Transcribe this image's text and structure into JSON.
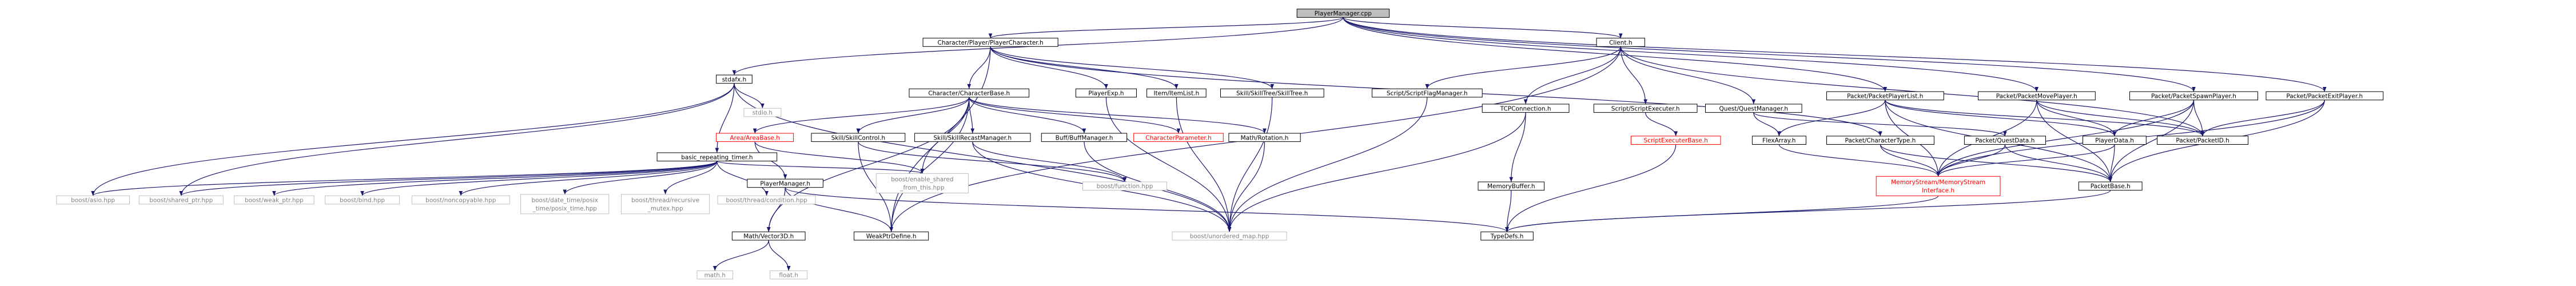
{
  "colors": {
    "edge": "#191970",
    "node_fill": "#ffffff",
    "node_fill_root": "#bfbfbf",
    "node_border_doc": "#000000",
    "node_border_external": "#bfbfbf",
    "node_border_truncated": "#ff0000",
    "text_doc": "#000000",
    "text_external": "#808080",
    "text_truncated": "#ff0000"
  },
  "nodes": [
    {
      "id": "root",
      "kind": "root",
      "lines": [
        "PlayerManager.cpp"
      ]
    },
    {
      "id": "stdafx",
      "kind": "doc",
      "lines": [
        "stdafx.h"
      ]
    },
    {
      "id": "player_character",
      "kind": "doc",
      "lines": [
        "Character/Player/PlayerCharacter.h"
      ]
    },
    {
      "id": "client",
      "kind": "doc",
      "lines": [
        "Client.h"
      ]
    },
    {
      "id": "stdio",
      "kind": "external",
      "lines": [
        "stdio.h"
      ]
    },
    {
      "id": "basic_timer",
      "kind": "doc",
      "lines": [
        "basic_repeating_timer.h"
      ]
    },
    {
      "id": "boost_asio",
      "kind": "external",
      "lines": [
        "boost/asio.hpp"
      ]
    },
    {
      "id": "boost_shared_ptr",
      "kind": "external",
      "lines": [
        "boost/shared_ptr.hpp"
      ]
    },
    {
      "id": "boost_weak_ptr",
      "kind": "external",
      "lines": [
        "boost/weak_ptr.hpp"
      ]
    },
    {
      "id": "boost_bind",
      "kind": "external",
      "lines": [
        "boost/bind.hpp"
      ]
    },
    {
      "id": "boost_noncopyable",
      "kind": "external",
      "lines": [
        "boost/noncopyable.hpp"
      ]
    },
    {
      "id": "boost_posix_time",
      "kind": "external",
      "lines": [
        "boost/date_time/posix",
        "_time/posix_time.hpp"
      ]
    },
    {
      "id": "boost_recursive_mutex",
      "kind": "external",
      "lines": [
        "boost/thread/recursive",
        "_mutex.hpp"
      ]
    },
    {
      "id": "boost_condition",
      "kind": "external",
      "lines": [
        "boost/thread/condition.hpp"
      ]
    },
    {
      "id": "character_base",
      "kind": "doc",
      "lines": [
        "Character/CharacterBase.h"
      ]
    },
    {
      "id": "player_exp",
      "kind": "doc",
      "lines": [
        "PlayerExp.h"
      ]
    },
    {
      "id": "itemlist",
      "kind": "doc",
      "lines": [
        "Item/ItemList.h"
      ]
    },
    {
      "id": "skilltree",
      "kind": "doc",
      "lines": [
        "Skill/SkillTree/SkillTree.h"
      ]
    },
    {
      "id": "script_flag_manager",
      "kind": "doc",
      "lines": [
        "Script/ScriptFlagManager.h"
      ]
    },
    {
      "id": "tcp_connection",
      "kind": "doc",
      "lines": [
        "TCPConnection.h"
      ]
    },
    {
      "id": "script_executer",
      "kind": "doc",
      "lines": [
        "Script/ScriptExecuter.h"
      ]
    },
    {
      "id": "quest_manager",
      "kind": "doc",
      "lines": [
        "Quest/QuestManager.h"
      ]
    },
    {
      "id": "packet_player_list",
      "kind": "doc",
      "lines": [
        "Packet/PacketPlayerList.h"
      ]
    },
    {
      "id": "packet_move_player",
      "kind": "doc",
      "lines": [
        "Packet/PacketMovePlayer.h"
      ]
    },
    {
      "id": "packet_spawn_player",
      "kind": "doc",
      "lines": [
        "Packet/PacketSpawnPlayer.h"
      ]
    },
    {
      "id": "packet_exit_player",
      "kind": "doc",
      "lines": [
        "Packet/PacketExitPlayer.h"
      ]
    },
    {
      "id": "area_base",
      "kind": "truncated",
      "lines": [
        "Area/AreaBase.h"
      ]
    },
    {
      "id": "skill_control",
      "kind": "doc",
      "lines": [
        "Skill/SkillControl.h"
      ]
    },
    {
      "id": "skill_recast_manager",
      "kind": "doc",
      "lines": [
        "Skill/SkillRecastManager.h"
      ]
    },
    {
      "id": "buff_manager",
      "kind": "doc",
      "lines": [
        "Buff/BuffManager.h"
      ]
    },
    {
      "id": "character_parameter",
      "kind": "truncated",
      "lines": [
        "CharacterParameter.h"
      ]
    },
    {
      "id": "math_rotation",
      "kind": "doc",
      "lines": [
        "Math/Rotation.h"
      ]
    },
    {
      "id": "script_executer_base",
      "kind": "truncated",
      "lines": [
        "ScriptExecuterBase.h"
      ]
    },
    {
      "id": "flex_array",
      "kind": "doc",
      "lines": [
        "FlexArray.h"
      ]
    },
    {
      "id": "packet_character_type",
      "kind": "doc",
      "lines": [
        "Packet/CharacterType.h"
      ]
    },
    {
      "id": "quest_data",
      "kind": "doc",
      "lines": [
        "Packet/QuestData.h"
      ]
    },
    {
      "id": "player_data",
      "kind": "doc",
      "lines": [
        "PlayerData.h"
      ]
    },
    {
      "id": "packet_id",
      "kind": "doc",
      "lines": [
        "Packet/PacketID.h"
      ]
    },
    {
      "id": "player_manager",
      "kind": "doc",
      "lines": [
        "PlayerManager.h"
      ]
    },
    {
      "id": "enable_shared_from_this",
      "kind": "external",
      "lines": [
        "boost/enable_shared",
        "_from_this.hpp"
      ]
    },
    {
      "id": "boost_function",
      "kind": "external",
      "lines": [
        "boost/function.hpp"
      ]
    },
    {
      "id": "memory_buffer",
      "kind": "doc",
      "lines": [
        "MemoryBuffer.h"
      ]
    },
    {
      "id": "memory_stream_interface",
      "kind": "truncated",
      "lines": [
        "MemoryStream/MemoryStream",
        "Interface.h"
      ]
    },
    {
      "id": "packet_base",
      "kind": "doc",
      "lines": [
        "PacketBase.h"
      ]
    },
    {
      "id": "math_vector3d",
      "kind": "doc",
      "lines": [
        "Math/Vector3D.h"
      ]
    },
    {
      "id": "weak_ptr_define",
      "kind": "doc",
      "lines": [
        "WeakPtrDefine.h"
      ]
    },
    {
      "id": "unordered_map",
      "kind": "external",
      "lines": [
        "boost/unordered_map.hpp"
      ]
    },
    {
      "id": "typedefs",
      "kind": "doc",
      "lines": [
        "TypeDefs.h"
      ]
    },
    {
      "id": "math_h",
      "kind": "external",
      "lines": [
        "math.h"
      ]
    },
    {
      "id": "float_h",
      "kind": "external",
      "lines": [
        "float.h"
      ]
    }
  ],
  "edges": [
    [
      "root",
      "stdafx"
    ],
    [
      "root",
      "player_character"
    ],
    [
      "root",
      "client"
    ],
    [
      "root",
      "packet_player_list"
    ],
    [
      "root",
      "packet_move_player"
    ],
    [
      "root",
      "packet_spawn_player"
    ],
    [
      "root",
      "packet_exit_player"
    ],
    [
      "stdafx",
      "stdio"
    ],
    [
      "stdafx",
      "basic_timer"
    ],
    [
      "stdafx",
      "boost_asio"
    ],
    [
      "stdafx",
      "boost_shared_ptr"
    ],
    [
      "stdafx",
      "unordered_map"
    ],
    [
      "basic_timer",
      "boost_asio"
    ],
    [
      "basic_timer",
      "boost_shared_ptr"
    ],
    [
      "basic_timer",
      "boost_weak_ptr"
    ],
    [
      "basic_timer",
      "boost_bind"
    ],
    [
      "basic_timer",
      "boost_noncopyable"
    ],
    [
      "basic_timer",
      "boost_posix_time"
    ],
    [
      "basic_timer",
      "boost_recursive_mutex"
    ],
    [
      "basic_timer",
      "boost_condition"
    ],
    [
      "basic_timer",
      "enable_shared_from_this"
    ],
    [
      "player_character",
      "character_base"
    ],
    [
      "player_character",
      "player_exp"
    ],
    [
      "player_character",
      "itemlist"
    ],
    [
      "player_character",
      "skilltree"
    ],
    [
      "player_character",
      "packet_character_type"
    ],
    [
      "player_character",
      "weak_ptr_define"
    ],
    [
      "character_base",
      "area_base"
    ],
    [
      "character_base",
      "skill_control"
    ],
    [
      "character_base",
      "skill_recast_manager"
    ],
    [
      "character_base",
      "buff_manager"
    ],
    [
      "character_base",
      "character_parameter"
    ],
    [
      "character_base",
      "math_rotation"
    ],
    [
      "character_base",
      "enable_shared_from_this"
    ],
    [
      "character_base",
      "math_vector3d"
    ],
    [
      "character_base",
      "weak_ptr_define"
    ],
    [
      "area_base",
      "player_manager"
    ],
    [
      "area_base",
      "enable_shared_from_this"
    ],
    [
      "skill_control",
      "boost_function"
    ],
    [
      "skill_control",
      "weak_ptr_define"
    ],
    [
      "skill_recast_manager",
      "boost_function"
    ],
    [
      "skill_recast_manager",
      "unordered_map"
    ],
    [
      "buff_manager",
      "unordered_map"
    ],
    [
      "math_rotation",
      "unordered_map"
    ],
    [
      "player_exp",
      "unordered_map"
    ],
    [
      "itemlist",
      "unordered_map"
    ],
    [
      "skilltree",
      "unordered_map"
    ],
    [
      "player_manager",
      "math_vector3d"
    ],
    [
      "player_manager",
      "weak_ptr_define"
    ],
    [
      "player_manager",
      "typedefs"
    ],
    [
      "math_vector3d",
      "math_h"
    ],
    [
      "math_vector3d",
      "float_h"
    ],
    [
      "client",
      "tcp_connection"
    ],
    [
      "client",
      "script_flag_manager"
    ],
    [
      "client",
      "script_executer"
    ],
    [
      "client",
      "quest_manager"
    ],
    [
      "client",
      "packet_id"
    ],
    [
      "client",
      "weak_ptr_define"
    ],
    [
      "script_flag_manager",
      "unordered_map"
    ],
    [
      "tcp_connection",
      "memory_buffer"
    ],
    [
      "tcp_connection",
      "unordered_map"
    ],
    [
      "script_executer",
      "script_executer_base"
    ],
    [
      "quest_manager",
      "quest_data"
    ],
    [
      "quest_manager",
      "flex_array"
    ],
    [
      "script_executer_base",
      "typedefs"
    ],
    [
      "memory_buffer",
      "typedefs"
    ],
    [
      "packet_player_list",
      "player_data"
    ],
    [
      "packet_player_list",
      "flex_array"
    ],
    [
      "packet_player_list",
      "packet_id"
    ],
    [
      "packet_player_list",
      "packet_base"
    ],
    [
      "packet_player_list",
      "memory_stream_interface"
    ],
    [
      "flex_array",
      "memory_stream_interface"
    ],
    [
      "packet_character_type",
      "memory_stream_interface"
    ],
    [
      "packet_character_type",
      "packet_base"
    ],
    [
      "quest_data",
      "memory_stream_interface"
    ],
    [
      "quest_data",
      "packet_base"
    ],
    [
      "player_data",
      "memory_stream_interface"
    ],
    [
      "player_data",
      "packet_base"
    ],
    [
      "packet_move_player",
      "player_data"
    ],
    [
      "packet_move_player",
      "packet_id"
    ],
    [
      "packet_move_player",
      "packet_base"
    ],
    [
      "packet_move_player",
      "memory_stream_interface"
    ],
    [
      "packet_spawn_player",
      "player_data"
    ],
    [
      "packet_spawn_player",
      "packet_id"
    ],
    [
      "packet_spawn_player",
      "packet_base"
    ],
    [
      "packet_spawn_player",
      "memory_stream_interface"
    ],
    [
      "packet_exit_player",
      "packet_id"
    ],
    [
      "packet_exit_player",
      "packet_base"
    ],
    [
      "packet_exit_player",
      "memory_stream_interface"
    ],
    [
      "packet_base",
      "typedefs"
    ],
    [
      "memory_stream_interface",
      "typedefs"
    ]
  ]
}
